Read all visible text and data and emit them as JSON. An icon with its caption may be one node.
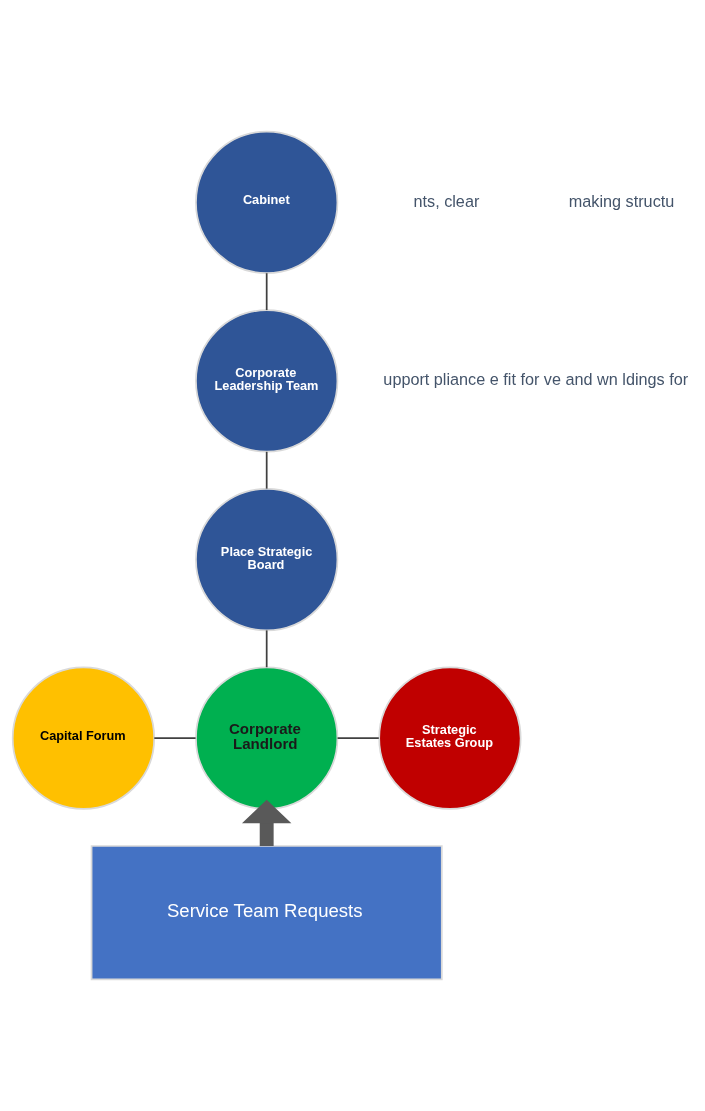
{
  "diagram": {
    "nodes": [
      {
        "text": [
          "Cabinet"
        ]
      },
      {
        "text": [
          "Corporate Leadership Team"
        ]
      },
      {
        "text": [
          "Place Strategic Board"
        ]
      },
      {
        "text": [
          "Capital Forum"
        ]
      },
      {
        "text": [
          "Corporate Landlord"
        ]
      },
      {
        "text": [
          "Strategic Estates Group"
        ]
      },
      {
        "text": [
          "Service Team Requests"
        ]
      }
    ],
    "edges": [
      {
        "from": 0,
        "to": 1,
        "arrow": "none"
      },
      {
        "from": 1,
        "to": 2,
        "arrow": "none"
      },
      {
        "from": 2,
        "to": 4,
        "arrow": "none"
      },
      {
        "from": 3,
        "to": 4,
        "arrow": "none"
      },
      {
        "from": 4,
        "to": 5,
        "arrow": "none"
      },
      {
        "from": 6,
        "to": 4,
        "arrow": "to",
        "style": "thick",
        "color": "#595959"
      }
    ],
    "labels": [
      "nts, clear",
      "making structu",
      "upport pliance e fit for ve and wn ldings for"
    ]
  }
}
